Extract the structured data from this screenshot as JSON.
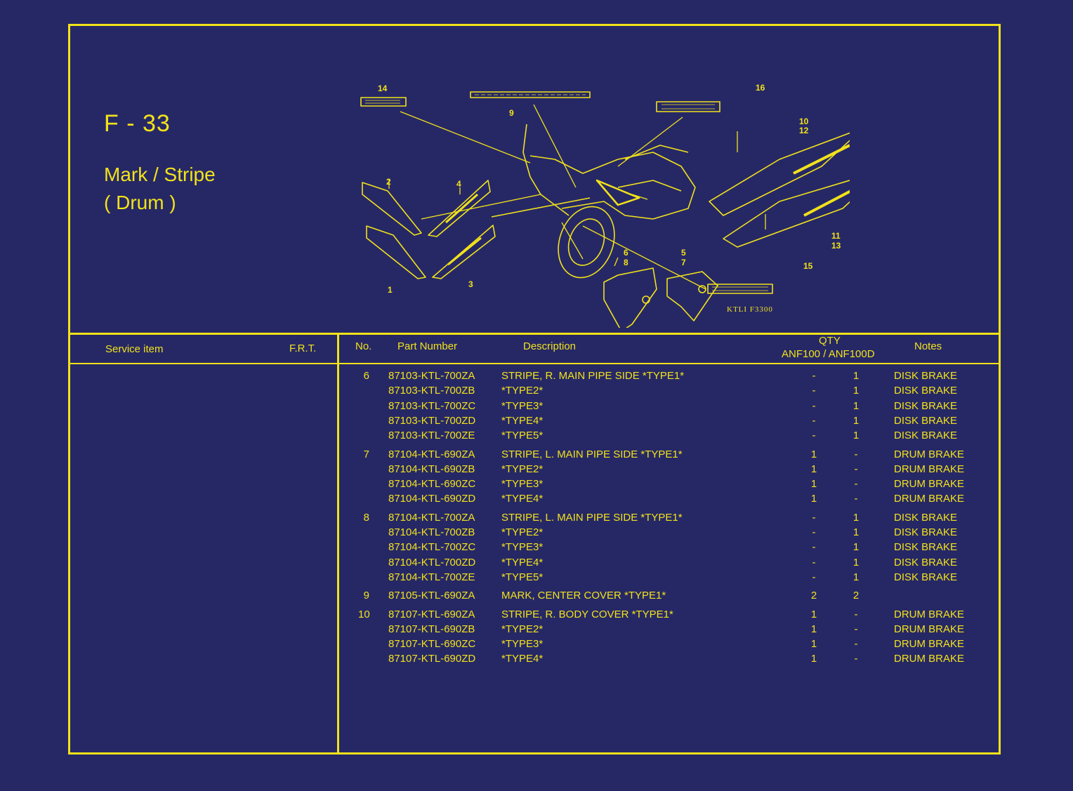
{
  "page": {
    "code": "F - 33",
    "title_line1": "Mark / Stripe",
    "title_line2": "( Drum )",
    "figure_code": "KTLI  F3300"
  },
  "diagram": {
    "callouts": [
      "14",
      "9",
      "16",
      "10",
      "12",
      "2",
      "4",
      "1",
      "3",
      "6",
      "8",
      "5",
      "7",
      "15",
      "11",
      "13"
    ]
  },
  "headers": {
    "service_item": "Service item",
    "frt": "F.R.T.",
    "no": "No.",
    "part_number": "Part Number",
    "description": "Description",
    "qty": "QTY",
    "qty_models": "ANF100 / ANF100D",
    "notes": "Notes"
  },
  "parts": [
    {
      "no": "6",
      "part": "87103-KTL-700ZA",
      "desc": "STRIPE, R. MAIN PIPE SIDE   *TYPE1*",
      "q1": "-",
      "q2": "1",
      "notes": "DISK BRAKE"
    },
    {
      "no": "",
      "part": "87103-KTL-700ZB",
      "desc": "*TYPE2*",
      "q1": "-",
      "q2": "1",
      "notes": "DISK BRAKE"
    },
    {
      "no": "",
      "part": "87103-KTL-700ZC",
      "desc": "*TYPE3*",
      "q1": "-",
      "q2": "1",
      "notes": "DISK BRAKE"
    },
    {
      "no": "",
      "part": "87103-KTL-700ZD",
      "desc": "*TYPE4*",
      "q1": "-",
      "q2": "1",
      "notes": "DISK BRAKE"
    },
    {
      "no": "",
      "part": "87103-KTL-700ZE",
      "desc": "*TYPE5*",
      "q1": "-",
      "q2": "1",
      "notes": "DISK BRAKE"
    },
    {
      "no": "7",
      "part": "87104-KTL-690ZA",
      "desc": "STRIPE, L. MAIN PIPE SIDE    *TYPE1*",
      "q1": "1",
      "q2": "-",
      "notes": "DRUM BRAKE"
    },
    {
      "no": "",
      "part": "87104-KTL-690ZB",
      "desc": "*TYPE2*",
      "q1": "1",
      "q2": "-",
      "notes": "DRUM BRAKE"
    },
    {
      "no": "",
      "part": "87104-KTL-690ZC",
      "desc": "*TYPE3*",
      "q1": "1",
      "q2": "-",
      "notes": "DRUM BRAKE"
    },
    {
      "no": "",
      "part": "87104-KTL-690ZD",
      "desc": "*TYPE4*",
      "q1": "1",
      "q2": "-",
      "notes": "DRUM BRAKE"
    },
    {
      "no": "8",
      "part": "87104-KTL-700ZA",
      "desc": "STRIPE, L. MAIN PIPE SIDE    *TYPE1*",
      "q1": "-",
      "q2": "1",
      "notes": "DISK BRAKE"
    },
    {
      "no": "",
      "part": "87104-KTL-700ZB",
      "desc": "*TYPE2*",
      "q1": "-",
      "q2": "1",
      "notes": "DISK BRAKE"
    },
    {
      "no": "",
      "part": "87104-KTL-700ZC",
      "desc": "*TYPE3*",
      "q1": "-",
      "q2": "1",
      "notes": "DISK BRAKE"
    },
    {
      "no": "",
      "part": "87104-KTL-700ZD",
      "desc": "*TYPE4*",
      "q1": "-",
      "q2": "1",
      "notes": "DISK BRAKE"
    },
    {
      "no": "",
      "part": "87104-KTL-700ZE",
      "desc": "*TYPE5*",
      "q1": "-",
      "q2": "1",
      "notes": "DISK BRAKE"
    },
    {
      "no": "9",
      "part": "87105-KTL-690ZA",
      "desc": "MARK, CENTER COVER  *TYPE1*",
      "q1": "2",
      "q2": "2",
      "notes": ""
    },
    {
      "no": "10",
      "part": "87107-KTL-690ZA",
      "desc": "STRIPE, R. BODY COVER *TYPE1*",
      "q1": "1",
      "q2": "-",
      "notes": "DRUM BRAKE"
    },
    {
      "no": "",
      "part": "87107-KTL-690ZB",
      "desc": "*TYPE2*",
      "q1": "1",
      "q2": "-",
      "notes": "DRUM BRAKE"
    },
    {
      "no": "",
      "part": "87107-KTL-690ZC",
      "desc": "*TYPE3*",
      "q1": "1",
      "q2": "-",
      "notes": "DRUM BRAKE"
    },
    {
      "no": "",
      "part": "87107-KTL-690ZD",
      "desc": "*TYPE4*",
      "q1": "1",
      "q2": "-",
      "notes": "DRUM BRAKE"
    }
  ],
  "colors": {
    "background": "#262866",
    "ink": "#f2e21a"
  }
}
